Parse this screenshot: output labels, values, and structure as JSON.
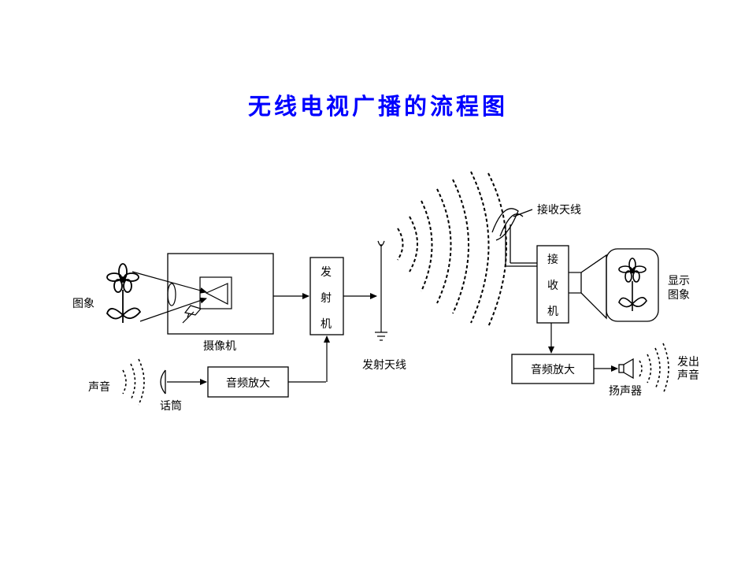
{
  "title": "无线电视广播的流程图",
  "labels": {
    "image_in": "图象",
    "camera": "摄像机",
    "sound": "声音",
    "microphone": "话筒",
    "audio_amp_tx": "音频放大",
    "transmitter_1": "发",
    "transmitter_2": "射",
    "transmitter_3": "机",
    "tx_antenna": "发射天线",
    "rx_antenna": "接收天线",
    "receiver_1": "接",
    "receiver_2": "收",
    "receiver_3": "机",
    "display_1": "显示",
    "display_2": "图象",
    "audio_amp_rx": "音频放大",
    "speaker": "扬声器",
    "sound_out_1": "发出",
    "sound_out_2": "声音"
  },
  "colors": {
    "title": "#0000ff",
    "line": "#000000"
  }
}
